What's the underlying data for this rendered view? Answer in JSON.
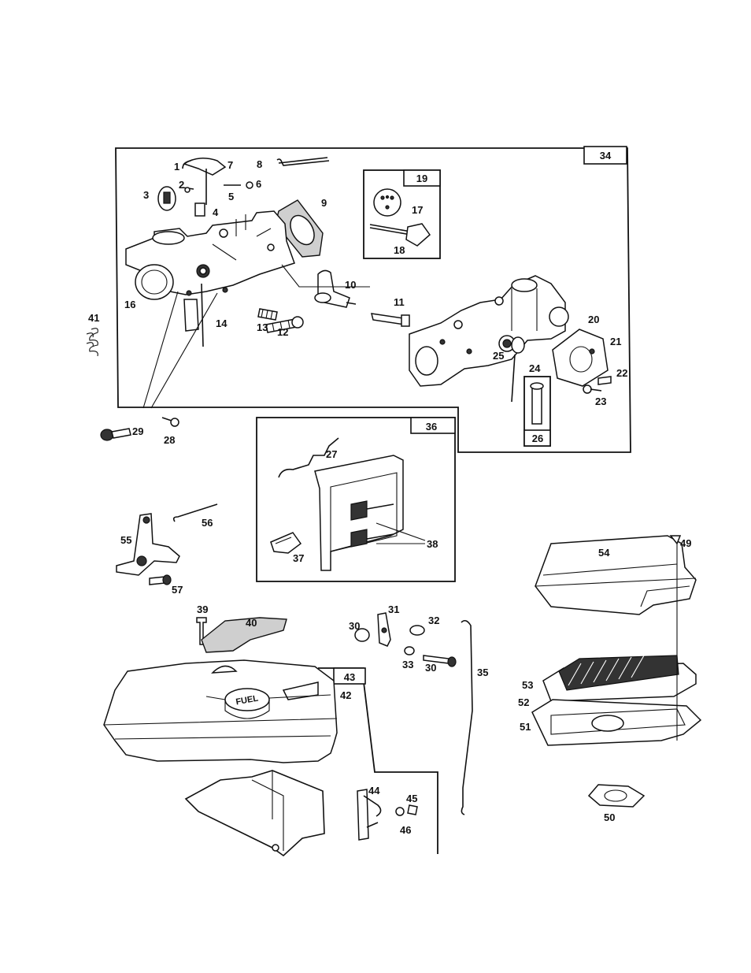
{
  "boxes": {
    "carburetor": "34",
    "primer": "19",
    "choke_assembly": "36",
    "stud": "26",
    "tank": "43"
  },
  "labels": {
    "p1": "1",
    "p2": "2",
    "p3": "3",
    "p4": "4",
    "p5": "5",
    "p6": "6",
    "p7": "7",
    "p8": "8",
    "p9": "9",
    "p10": "10",
    "p11": "11",
    "p12": "12",
    "p13": "13",
    "p14": "14",
    "p16": "16",
    "p17": "17",
    "p18": "18",
    "p20": "20",
    "p21": "21",
    "p22": "22",
    "p23": "23",
    "p24": "24",
    "p25": "25",
    "p27": "27",
    "p28": "28",
    "p29": "29",
    "p30a": "30",
    "p30b": "30",
    "p31": "31",
    "p32": "32",
    "p33": "33",
    "p35": "35",
    "p37": "37",
    "p38": "38",
    "p39": "39",
    "p40": "40",
    "p41": "41",
    "p42": "42",
    "p44": "44",
    "p45": "45",
    "p46": "46",
    "p49": "49",
    "p50": "50",
    "p51": "51",
    "p52": "52",
    "p53": "53",
    "p54": "54",
    "p55": "55",
    "p56": "56",
    "p57": "57"
  },
  "fuel_cap_text": "FUEL"
}
